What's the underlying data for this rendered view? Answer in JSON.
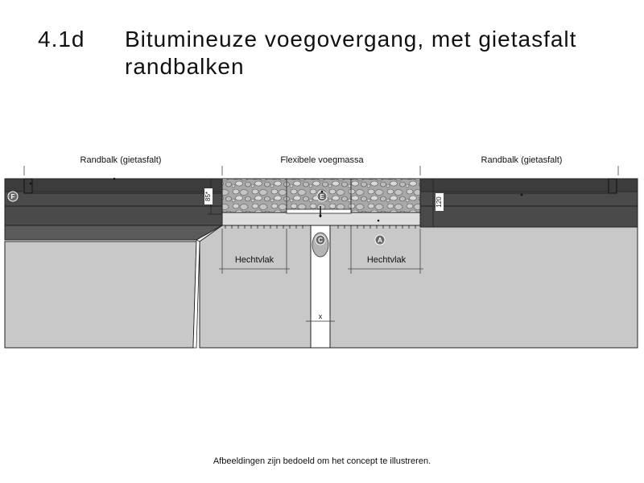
{
  "title": {
    "number": "4.1d",
    "text": "Bitumineuze voegovergang, met gietasfalt randbalken"
  },
  "diagram": {
    "labels": {
      "left_beam": "Randbalk (gietasfalt)",
      "joint_mass": "Flexibele voegmassa",
      "right_beam": "Randbalk (gietasfalt)",
      "bond_left": "Hechtvlak",
      "bond_right": "Hechtvlak",
      "gap": "x",
      "dim_left": "85*",
      "dim_right": "120"
    },
    "markers": {
      "A": "A",
      "C": "C",
      "E": "E",
      "F": "F"
    },
    "colors": {
      "concrete": "#c8c8c8",
      "asphalt_dark": "#3c3c3c",
      "asphalt_layer": "#4a4a4a",
      "edge_strip": "#5a5a5a",
      "joint_mass": "#a8a8a8",
      "subbase": "#dedede",
      "marker_fill": "#6a6a6a"
    }
  },
  "footer": "Afbeeldingen zijn bedoeld om het concept te illustreren."
}
